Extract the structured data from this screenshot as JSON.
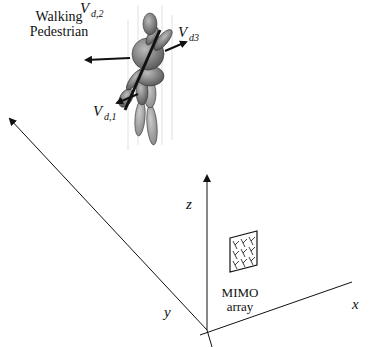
{
  "diagram": {
    "labels": [
      "Walking Pedestrian",
      "V",
      "d,2",
      "V",
      "d3",
      "V",
      "d,1",
      "z",
      "y",
      "x",
      "MIMO array"
    ]
  }
}
